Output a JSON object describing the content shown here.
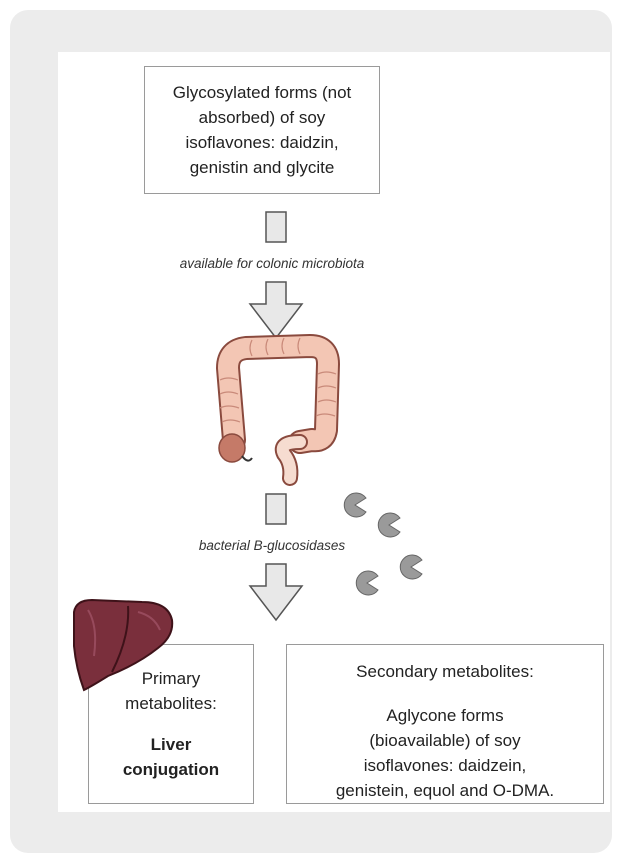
{
  "top_box": {
    "lines": [
      "Glycosylated forms (not",
      "absorbed) of soy",
      "isoflavones: daidzin,",
      "genistin and glycite"
    ]
  },
  "label_colonic": "available for colonic microbiota",
  "label_bacterial": "bacterial B-glucosidases",
  "primary_box": {
    "title_lines": [
      "Primary",
      "metabolites:"
    ],
    "bold_lines": [
      "Liver",
      "conjugation"
    ]
  },
  "secondary_box": {
    "title": "Secondary metabolites:",
    "body_lines": [
      "Aglycone forms",
      "(bioavailable) of soy",
      "isoflavones: daidzein,",
      "genistein, equol and O-DMA."
    ]
  },
  "colors": {
    "card_bg": "#ececec",
    "box_border": "#9a9a9a",
    "arrow_fill": "#e8e8e8",
    "arrow_stroke": "#555555",
    "colon_fill": "#f3c6b4",
    "colon_dark": "#b9655a",
    "liver_fill": "#7a2f3c",
    "enzyme_fill": "#9a9a9a"
  },
  "icons": [
    "colon-illustration",
    "liver-icon",
    "enzyme-pacman-icon"
  ]
}
